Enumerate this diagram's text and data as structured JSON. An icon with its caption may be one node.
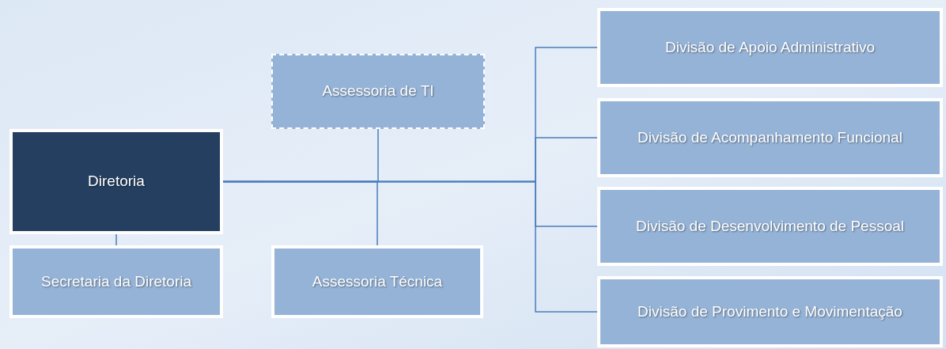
{
  "diagram": {
    "nodes": [
      {
        "text": [
          "Assessoria de TI"
        ]
      },
      {
        "text": [
          "Diretoria"
        ]
      },
      {
        "text": [
          "Secretaria da Diretoria"
        ]
      },
      {
        "text": [
          "Assessoria Técnica"
        ]
      },
      {
        "text": [
          "Divisão de Apoio Administrativo"
        ]
      },
      {
        "text": [
          "Divisão de Acompanhamento Funcional"
        ]
      },
      {
        "text": [
          "Divisão de Desenvolvimento de Pessoal"
        ]
      },
      {
        "text": [
          "Divisão de Provimento e Movimentação"
        ]
      }
    ],
    "edges": [
      {
        "from": 1,
        "to": 0,
        "arrow": "none"
      },
      {
        "from": 1,
        "to": 3,
        "arrow": "none"
      },
      {
        "from": 1,
        "to": 2,
        "arrow": "none"
      },
      {
        "from": 1,
        "to": 4,
        "arrow": "none"
      },
      {
        "from": 1,
        "to": 5,
        "arrow": "none"
      },
      {
        "from": 1,
        "to": 6,
        "arrow": "none"
      },
      {
        "from": 1,
        "to": 7,
        "arrow": "none"
      }
    ]
  }
}
